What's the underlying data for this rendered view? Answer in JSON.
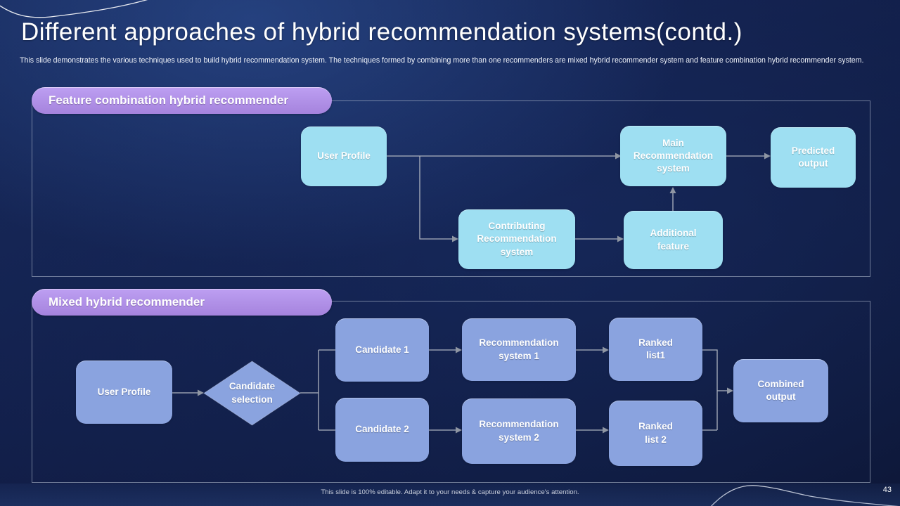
{
  "slide": {
    "title": "Different approaches of hybrid recommendation systems(contd.)",
    "subtitle": "This slide demonstrates the various techniques used to build hybrid recommendation system. The techniques formed by combining more than one recommenders are mixed hybrid recommender system and feature combination hybrid recommender system.",
    "footer_note": "This slide is 100% editable. Adapt it to your needs & capture your audience's attention.",
    "page_number": "43"
  },
  "feature_combination": {
    "header": "Feature combination hybrid recommender",
    "nodes": {
      "user_profile": "User Profile",
      "contributing_system": "Contributing\nRecommendation\nsystem",
      "main_system": "Main\nRecommendation\nsystem",
      "additional_feature": "Additional\nfeature",
      "predicted_output": "Predicted\noutput"
    }
  },
  "mixed_hybrid": {
    "header": "Mixed hybrid recommender",
    "nodes": {
      "user_profile": "User Profile",
      "candidate_selection": "Candidate\nselection",
      "candidate_1": "Candidate 1",
      "candidate_2": "Candidate 2",
      "recommendation_system_1": "Recommendation\nsystem 1",
      "recommendation_system_2": "Recommendation\nsystem 2",
      "ranked_list_1": "Ranked\nlist1",
      "ranked_list_2": "Ranked\nlist 2",
      "combined_output": "Combined\noutput"
    }
  },
  "colors": {
    "cyan_node": "#9edff2",
    "periwinkle_node": "#8aa3df",
    "header_pill": "#ab8ae2",
    "connector": "#adb3bf",
    "background_base": "#0c1634"
  }
}
